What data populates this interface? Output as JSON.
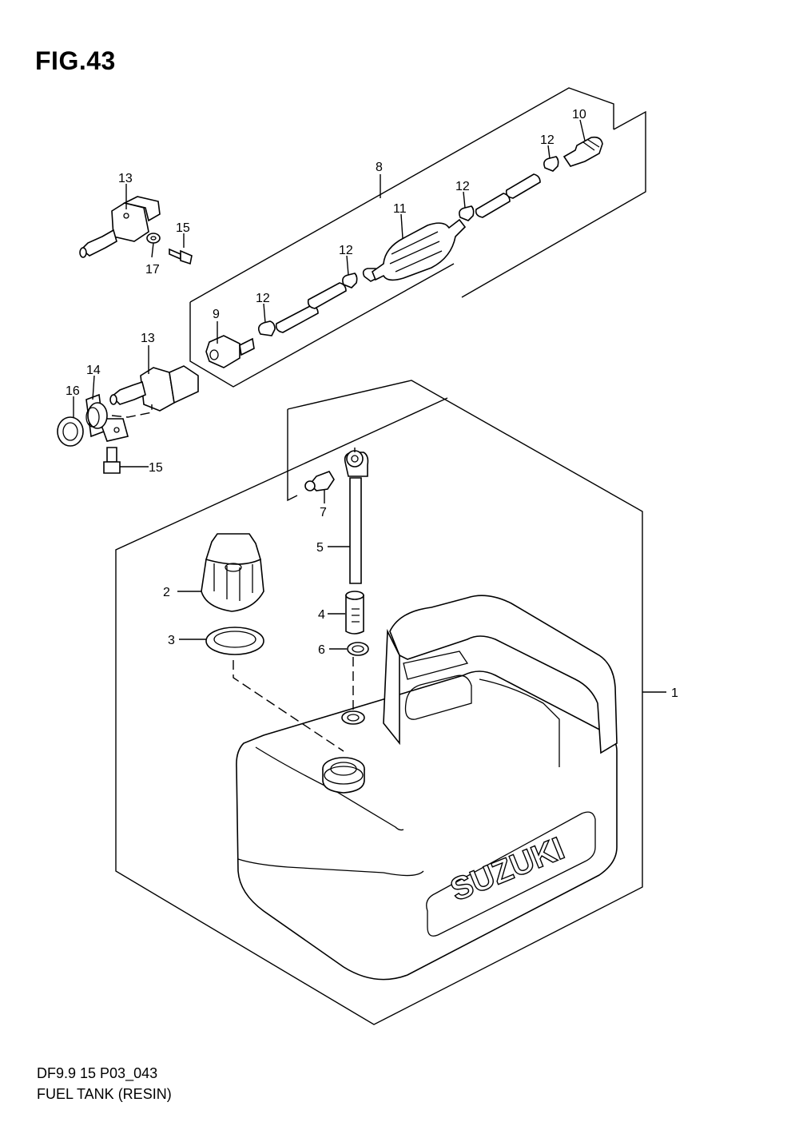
{
  "figure": {
    "title": "FIG.43"
  },
  "footer": {
    "model_code": "DF9.9 15 P03_043",
    "caption": "FUEL TANK (RESIN)"
  },
  "brand": {
    "text": "SUZUKI"
  },
  "callouts": [
    "1",
    "2",
    "3",
    "4",
    "5",
    "6",
    "7",
    "8",
    "9",
    "10",
    "11",
    "12",
    "12",
    "12",
    "12",
    "13",
    "13",
    "14",
    "15",
    "15",
    "16",
    "17"
  ]
}
